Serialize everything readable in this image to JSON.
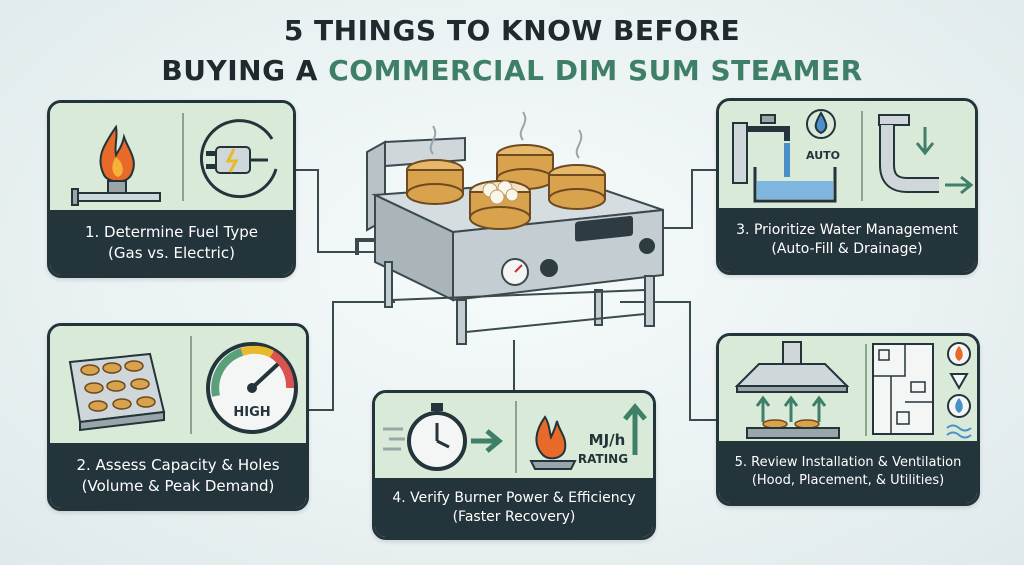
{
  "title": {
    "line1": "5 Things to Know Before",
    "line2_prefix": "Buying a ",
    "line2_accent": "Commercial Dim Sum Steamer"
  },
  "colors": {
    "card_border": "#23343a",
    "icon_panel": "#d9ead9",
    "accent_green": "#3f7f67",
    "flame_orange": "#e86a2a",
    "water_blue": "#4a90c8"
  },
  "cards": [
    {
      "line1": "1. Determine Fuel Type",
      "line2": "(Gas vs. Electric)",
      "icons": [
        "flame-gas-pipe-icon",
        "electric-plug-icon"
      ]
    },
    {
      "line1": "2. Assess Capacity & Holes",
      "line2": "(Volume & Peak Demand)",
      "icons": [
        "steamer-tray-grid-icon",
        "gauge-icon"
      ],
      "gauge_text": "HIGH"
    },
    {
      "line1": "3. Prioritize Water Management",
      "line2": "(Auto-Fill & Drainage)",
      "icons": [
        "faucet-auto-fill-icon",
        "drain-pipe-icon"
      ],
      "auto_text": "AUTO"
    },
    {
      "line1": "4. Verify Burner Power & Efficiency",
      "line2": "(Faster Recovery)",
      "icons": [
        "stopwatch-icon",
        "burner-flame-icon"
      ],
      "rating_line1": "MJ/h",
      "rating_line2": "RATING"
    },
    {
      "line1": "5. Review Installation & Ventilation",
      "line2": "(Hood, Placement, & Utilities)",
      "icons": [
        "range-hood-icon",
        "floor-plan-icon",
        "utility-icons"
      ]
    }
  ],
  "center_image": "commercial-dim-sum-steamer-illustration"
}
